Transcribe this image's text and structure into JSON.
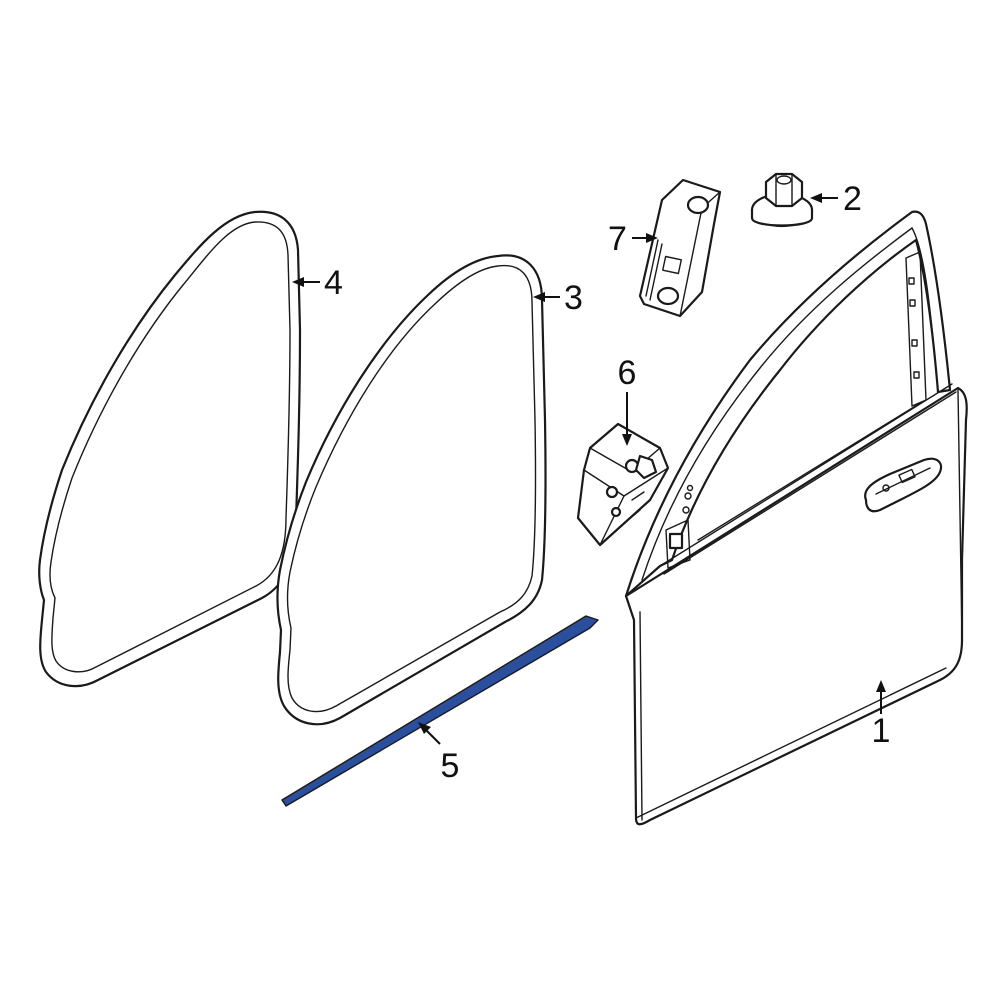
{
  "callouts": [
    {
      "id": "1",
      "label": "1"
    },
    {
      "id": "2",
      "label": "2"
    },
    {
      "id": "3",
      "label": "3"
    },
    {
      "id": "4",
      "label": "4"
    },
    {
      "id": "5",
      "label": "5"
    },
    {
      "id": "6",
      "label": "6"
    },
    {
      "id": "7",
      "label": "7"
    }
  ],
  "colors": {
    "line": "#1a1a1a",
    "highlight_part": "#2b4f9c",
    "background": "#ffffff"
  }
}
